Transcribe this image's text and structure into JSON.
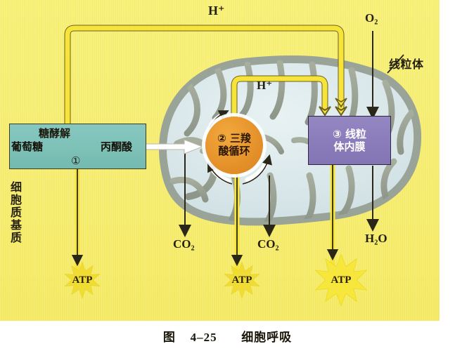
{
  "figure": {
    "caption_prefix": "图",
    "caption_number": "4–25",
    "caption_title": "细胞呼吸",
    "caption_full": "图 4–25 细胞呼吸"
  },
  "colors": {
    "background": "#f5ec6e",
    "glycolysis_box": "#7cc0b6",
    "tca_circle": "#e4902a",
    "inner_membrane_box": "#8a7cba",
    "mitochondrion_matrix": "#dce8ea",
    "cristae": "#9aa398",
    "pathway_yellow": "#f7e43a",
    "atp_star": "#f2e03a",
    "arrow_dark": "#2b2718",
    "text_dark": "#241f10"
  },
  "labels": {
    "h_plus_top": "H⁺",
    "h_plus_inner": "H⁺",
    "oxygen": "O₂",
    "water": "H₂O",
    "co2_left": "CO₂",
    "co2_right": "CO₂",
    "mitochondrion": "线粒体",
    "cytoplasm_matrix": "细胞质基质",
    "cytoplasm_matrix_chars": [
      "细",
      "胞",
      "质",
      "基",
      "质"
    ]
  },
  "glycolysis": {
    "title": "糖酵解",
    "substrate": "葡萄糖",
    "product": "丙酮酸",
    "step_marker": "①"
  },
  "tca": {
    "line1": "② 三羧",
    "line2": "酸循环",
    "full": "②三羧酸循环",
    "step_marker": "②"
  },
  "inner_membrane": {
    "line1": "③ 线粒",
    "line2": "体内膜",
    "full": "③线粒体内膜",
    "step_marker": "③"
  },
  "atp": {
    "stage1_label": "ATP",
    "stage2_label": "ATP",
    "stage3_label": "ATP"
  }
}
